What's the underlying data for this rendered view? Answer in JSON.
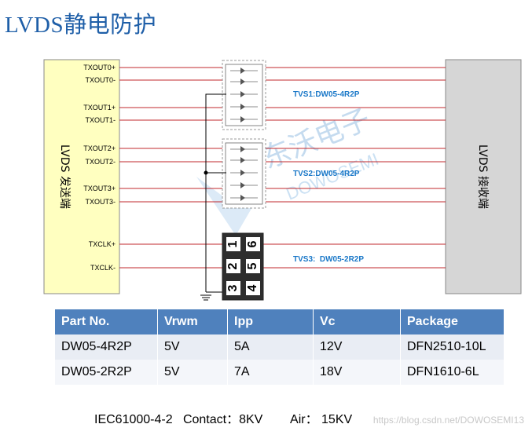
{
  "title": "LVDS静电防护",
  "transmitter": {
    "label": "LVDS 发送端"
  },
  "receiver": {
    "label": "LVDS 接收端"
  },
  "signals": [
    "TXOUT0+",
    "TXOUT0-",
    "TXOUT1+",
    "TXOUT1-",
    "TXOUT2+",
    "TXOUT2-",
    "TXOUT3+",
    "TXOUT3-",
    "TXCLK+",
    "TXCLK-"
  ],
  "tvs_labels": [
    "TVS1:DW05-4R2P",
    "TVS2:DW05-4R2P",
    "TVS3:  DW05-2R2P"
  ],
  "pins": [
    "1",
    "2",
    "3",
    "6",
    "5",
    "4"
  ],
  "watermark": {
    "cn": "东沃电子",
    "en": "DOWOSEMI"
  },
  "table": {
    "headers": [
      "Part No.",
      "Vrwm",
      "Ipp",
      "Vc",
      "Package"
    ],
    "rows": [
      [
        "DW05-4R2P",
        "5V",
        "5A",
        "12V",
        "DFN2510-10L"
      ],
      [
        "DW05-2R2P",
        "5V",
        "7A",
        "18V",
        "DFN1610-6L"
      ]
    ]
  },
  "footer": "IEC61000-4-2   Contact：8KV        Air： 15KV",
  "credit": "https://blog.csdn.net/DOWOSEMI13",
  "colors": {
    "line": "#c0282d",
    "accent": "#1a78c8",
    "header": "#4f81bd"
  }
}
